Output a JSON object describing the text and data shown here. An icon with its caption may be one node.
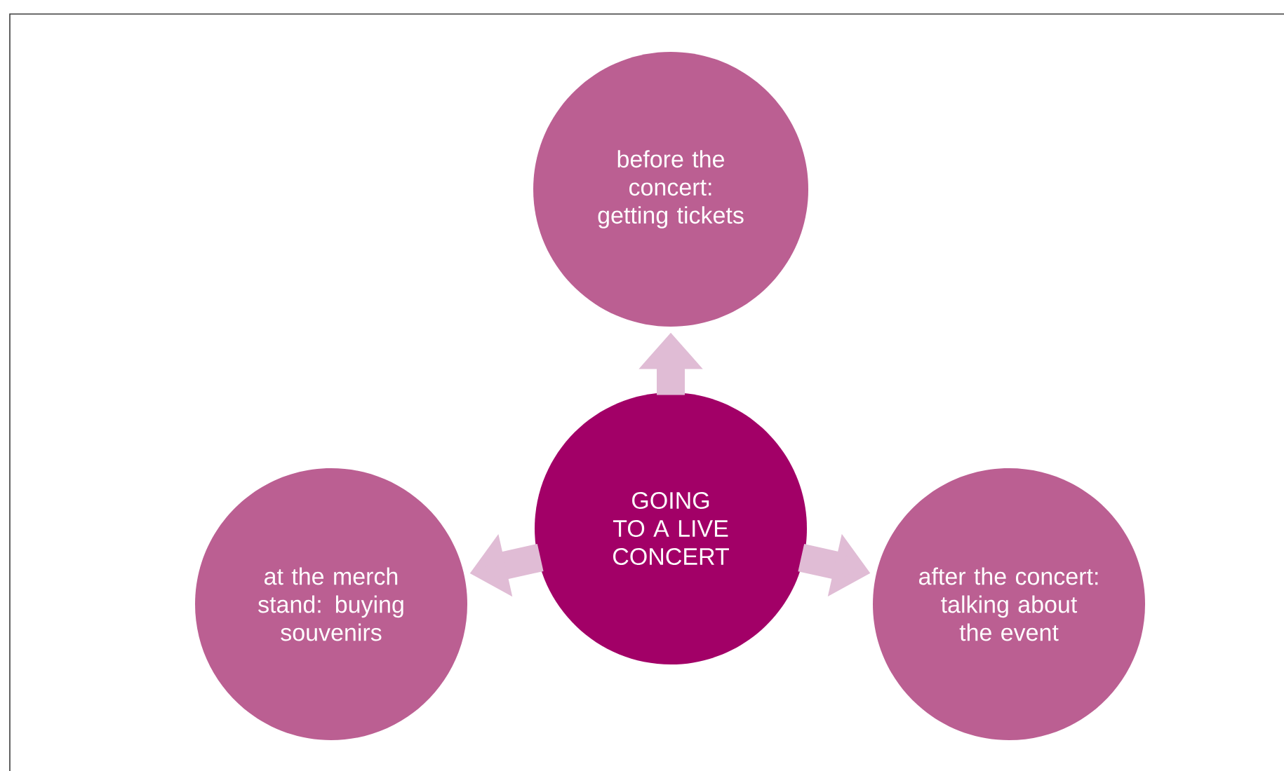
{
  "diagram": {
    "nodes": [
      {
        "text": [
          "GOING TO A LIVE CONCERT"
        ]
      },
      {
        "text": [
          "before the concert: getting tickets"
        ]
      },
      {
        "text": [
          "at the merch stand: buying souvenirs"
        ]
      },
      {
        "text": [
          "after the concert: talking about the event"
        ]
      }
    ],
    "edges": [
      {
        "from": 0,
        "to": 1,
        "arrow": "to",
        "color": "#e0bcd5"
      },
      {
        "from": 0,
        "to": 2,
        "arrow": "to",
        "color": "#e0bcd5"
      },
      {
        "from": 0,
        "to": 3,
        "arrow": "to",
        "color": "#e0bcd5"
      }
    ]
  }
}
